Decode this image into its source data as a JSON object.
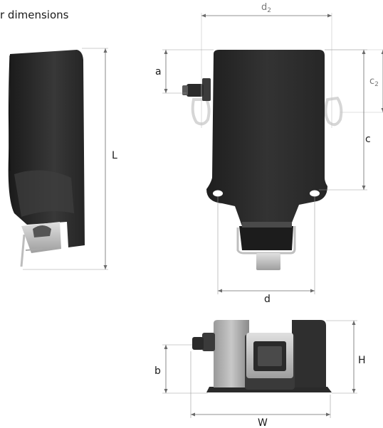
{
  "header": {
    "title": "r dimensions"
  },
  "dimensions": {
    "d2": {
      "base": "d",
      "sub": "2"
    },
    "c2": {
      "base": "c",
      "sub": "2"
    },
    "a": "a",
    "c": "c",
    "L": "L",
    "d": "d",
    "b": "b",
    "H": "H",
    "W": "W"
  },
  "colors": {
    "body_dark": "#2b2b2b",
    "body_mid": "#3a3a3a",
    "metal_light": "#cfcfcf",
    "metal_mid": "#a8a8a8",
    "dimension_line": "#6b6b6b"
  }
}
